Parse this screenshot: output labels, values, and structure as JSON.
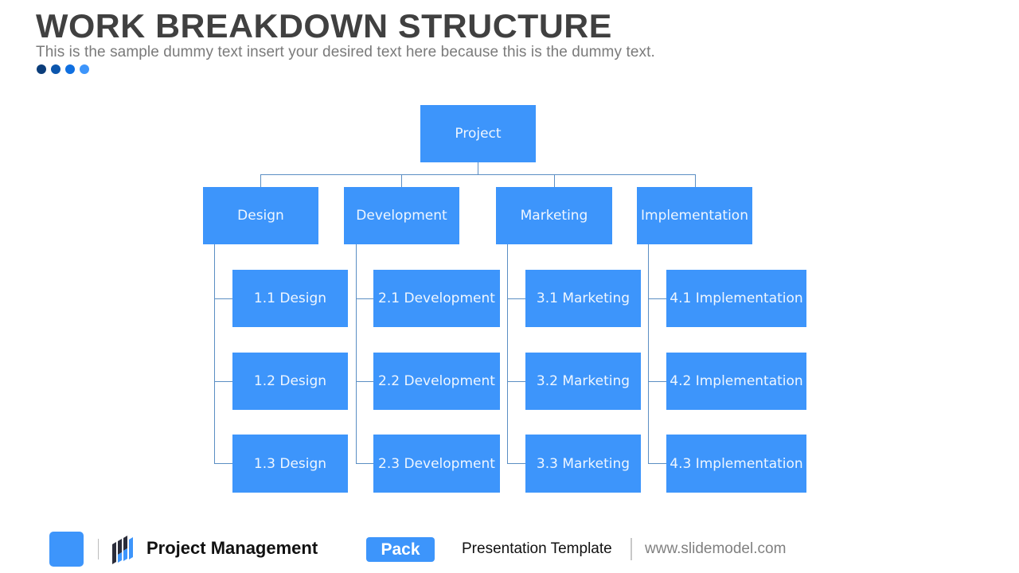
{
  "header": {
    "title": "WORK BREAKDOWN STRUCTURE",
    "subtitle": "This is the sample dummy text insert your desired text here because this is the dummy text.",
    "dot_colors": [
      "#0b3d7a",
      "#0c56ad",
      "#0f6fe0",
      "#3d95fb"
    ]
  },
  "diagram": {
    "node_color": "#3d95fb",
    "line_color": "#5b8ec3",
    "root": {
      "label": "Project"
    },
    "branches": [
      {
        "label": "Design",
        "children": [
          "1.1 Design",
          "1.2 Design",
          "1.3 Design"
        ]
      },
      {
        "label": "Development",
        "children": [
          "2.1 Development",
          "2.2 Development",
          "2.3 Development"
        ]
      },
      {
        "label": "Marketing",
        "children": [
          "3.1 Marketing",
          "3.2 Marketing",
          "3.3 Marketing"
        ]
      },
      {
        "label": "Implementation",
        "children": [
          "4.1 Implementation",
          "4.2 Implementation",
          "4.3 Implementation"
        ]
      }
    ]
  },
  "footer": {
    "brand": "Project Management",
    "badge": "Pack",
    "template_label": "Presentation Template",
    "url": "www.slidemodel.com"
  }
}
